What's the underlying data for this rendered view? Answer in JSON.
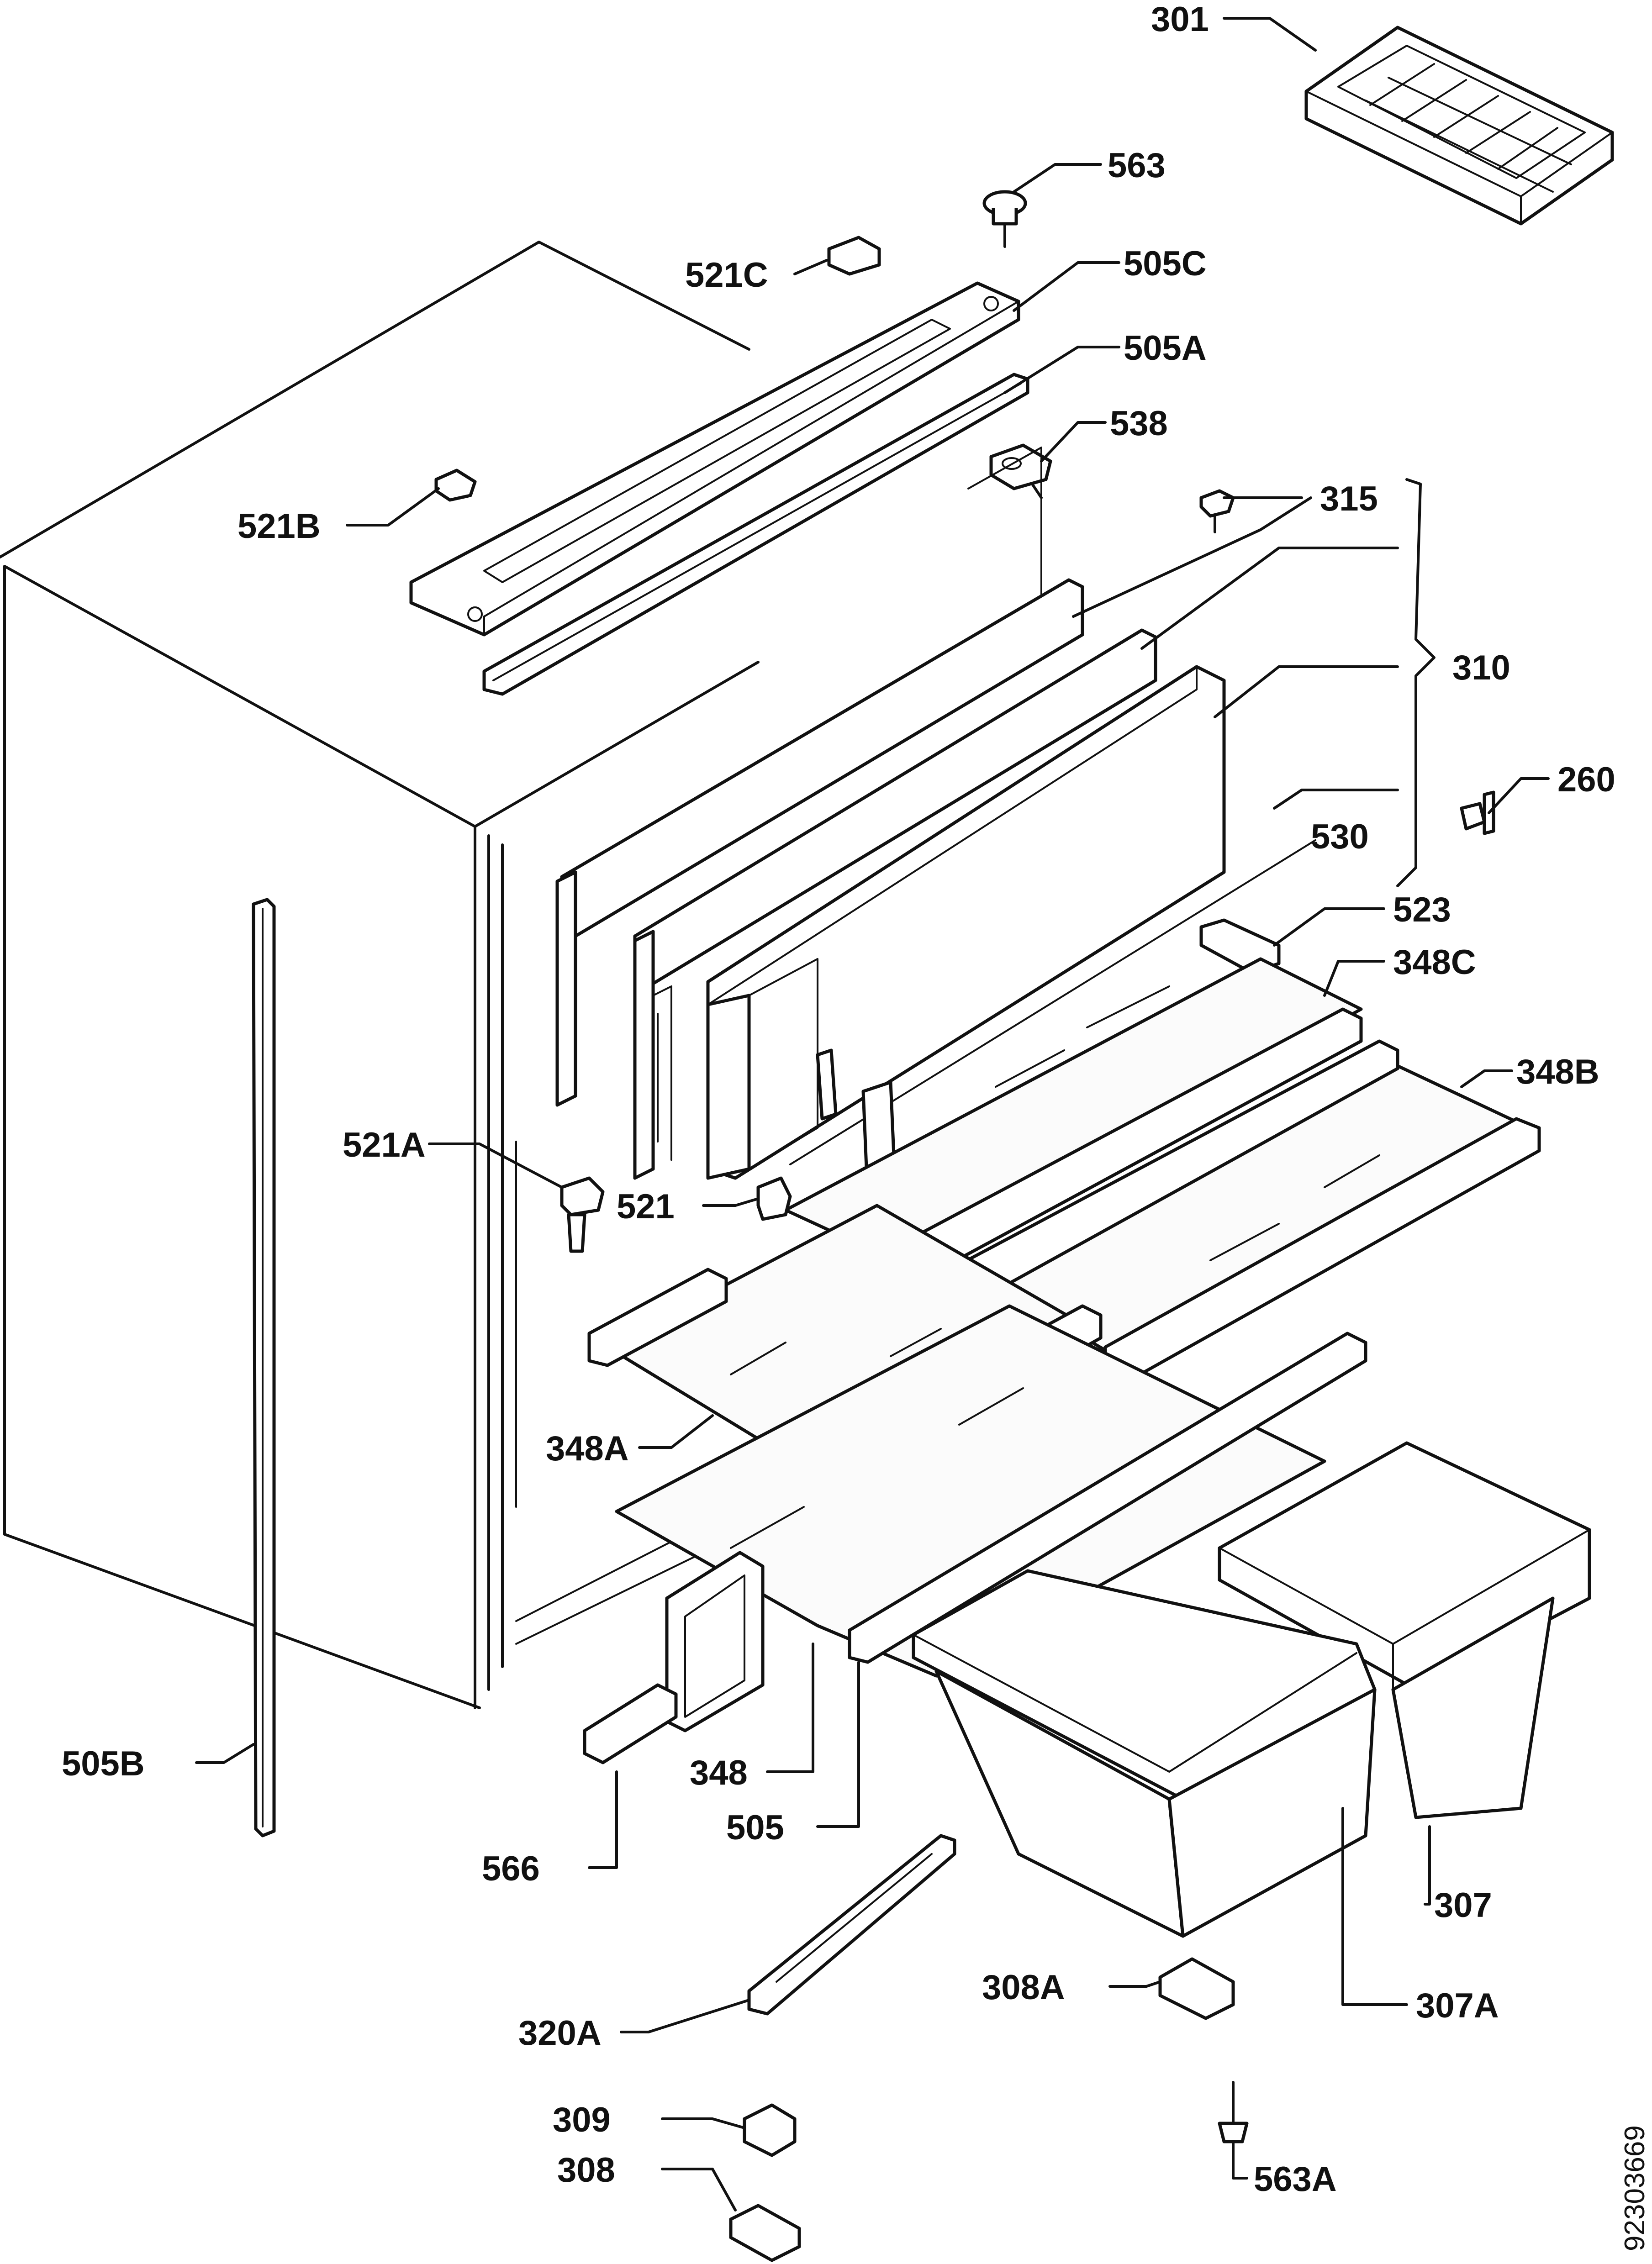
{
  "document_id": "92303669",
  "labels": {
    "p301": "301",
    "p563": "563",
    "p521c": "521C",
    "p505c": "505C",
    "p505a": "505A",
    "p538": "538",
    "p315": "315",
    "p521b": "521B",
    "p310": "310",
    "p260": "260",
    "p530": "530",
    "p523": "523",
    "p348c": "348C",
    "p348b": "348B",
    "p521a": "521A",
    "p521": "521",
    "p348a": "348A",
    "p505b": "505B",
    "p348": "348",
    "p505": "505",
    "p566": "566",
    "p307": "307",
    "p320a": "320A",
    "p308a": "308A",
    "p307a": "307A",
    "p309": "309",
    "p308": "308",
    "p563a": "563A"
  }
}
